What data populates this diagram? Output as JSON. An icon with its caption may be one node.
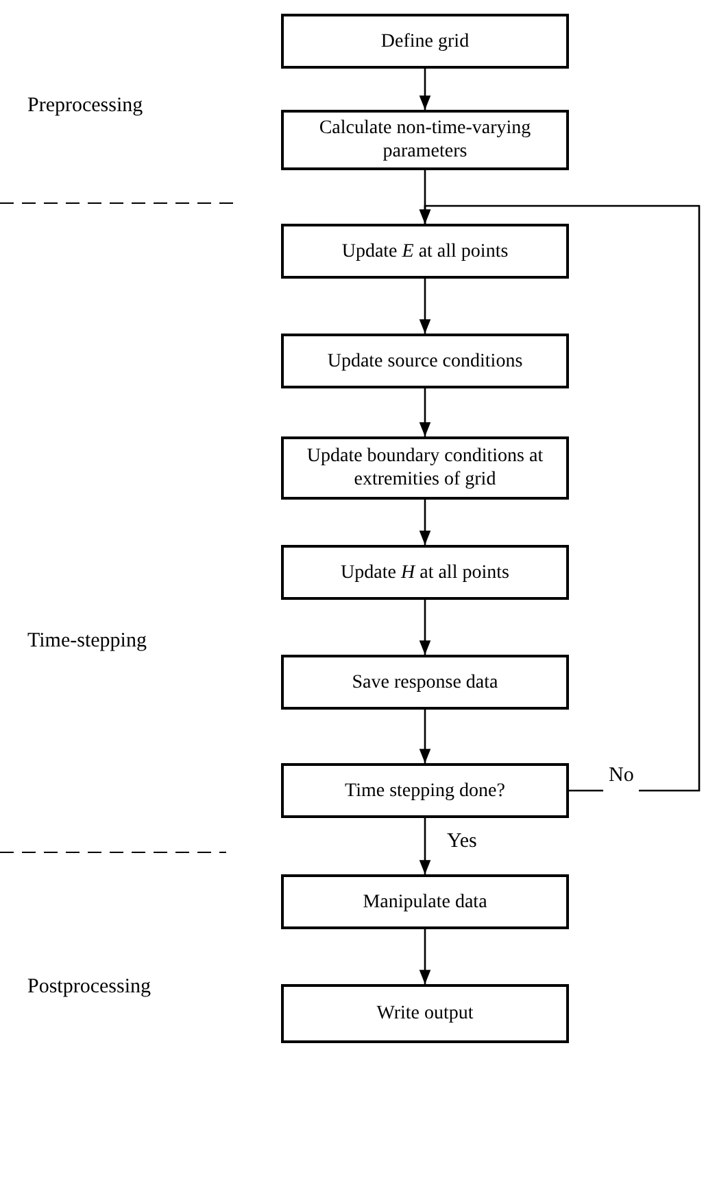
{
  "diagram": {
    "nodes": [
      {
        "text": [
          "Define grid"
        ]
      },
      {
        "text": [
          "Calculate non-time-varying parameters"
        ]
      },
      {
        "text": [
          "Update *E* at all points"
        ]
      },
      {
        "text": [
          "Update source conditions"
        ]
      },
      {
        "text": [
          "Update boundary conditions at extremities of grid"
        ]
      },
      {
        "text": [
          "Update *H* at all points"
        ]
      },
      {
        "text": [
          "Save response data"
        ]
      },
      {
        "text": [
          "Time stepping done?"
        ]
      },
      {
        "text": [
          "Manipulate data"
        ]
      },
      {
        "text": [
          "Write output"
        ]
      }
    ],
    "edges": [
      {
        "from": 0,
        "to": 1,
        "arrow": "to"
      },
      {
        "from": 1,
        "to": 2,
        "arrow": "to"
      },
      {
        "from": 2,
        "to": 3,
        "arrow": "to"
      },
      {
        "from": 3,
        "to": 4,
        "arrow": "to"
      },
      {
        "from": 4,
        "to": 5,
        "arrow": "to"
      },
      {
        "from": 5,
        "to": 6,
        "arrow": "to"
      },
      {
        "from": 6,
        "to": 7,
        "arrow": "to"
      },
      {
        "from": 7,
        "to": 8,
        "arrow": "to",
        "label": "Yes"
      },
      {
        "from": 7,
        "to": 2,
        "arrow": "to",
        "label": "No"
      },
      {
        "from": 8,
        "to": 9,
        "arrow": "to"
      }
    ],
    "labels": [
      "Preprocessing",
      "Time-stepping",
      "Postprocessing"
    ]
  }
}
